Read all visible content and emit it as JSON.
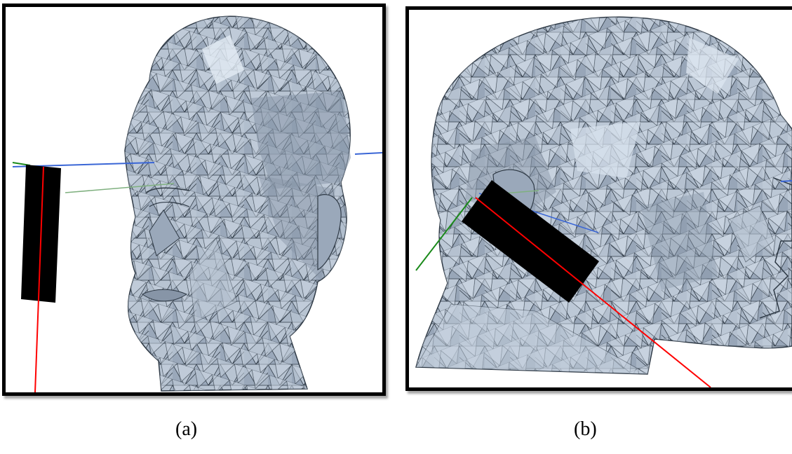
{
  "figure": {
    "panels": [
      {
        "id": "a",
        "caption": "(a)",
        "view": "front-three-quarter"
      },
      {
        "id": "b",
        "caption": "(b)",
        "view": "side-profile"
      }
    ]
  },
  "colors": {
    "mesh_fill": "#a9b6c6",
    "mesh_light": "#cfd9e5",
    "mesh_dark": "#8795a7",
    "mesh_edge": "#2f3a46",
    "phone_block": "#000000",
    "axis_red": "#ff0000",
    "axis_blue": "#3a66d6",
    "axis_green": "#1a8a1a"
  },
  "icons": [
    "head-mesh-icon",
    "phone-block-icon"
  ]
}
